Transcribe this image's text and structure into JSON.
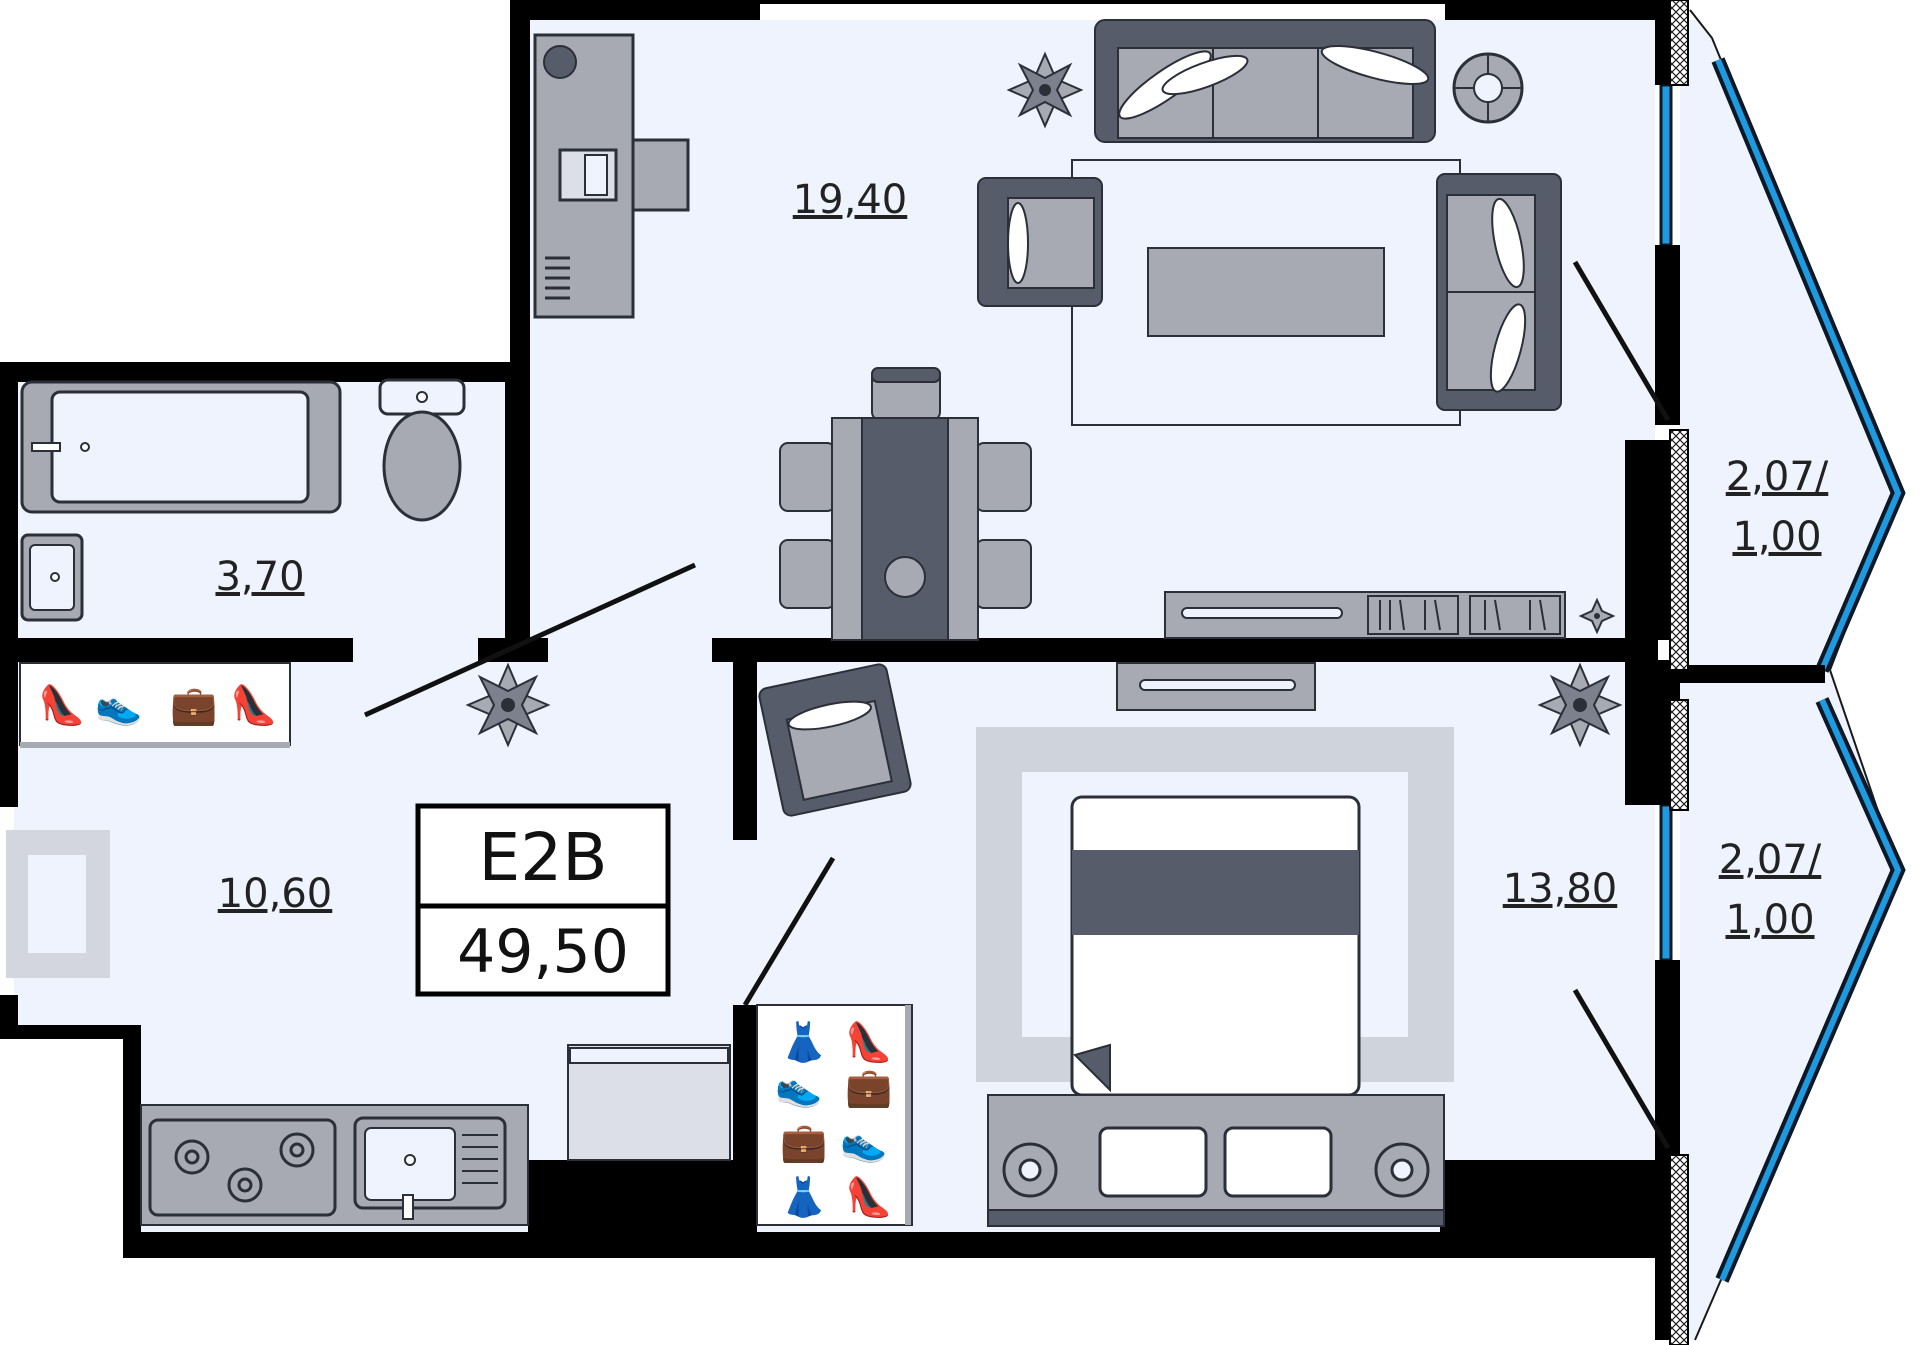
{
  "unit": {
    "code": "E2B",
    "total_area": "49,50"
  },
  "rooms": {
    "living": "19,40",
    "bathroom": "3,70",
    "hall_kitchen": "10,60",
    "bedroom": "13,80",
    "balcony_top_line1": "2,07/",
    "balcony_top_line2": "1,00",
    "balcony_bottom_line1": "2,07/",
    "balcony_bottom_line2": "1,00"
  },
  "colors": {
    "wall": "#000000",
    "floor": "#eef3fd",
    "furniture_light": "#a7a9b3",
    "furniture_dark": "#565c69",
    "window": "#1e9be0",
    "outline": "#2b2f38"
  }
}
